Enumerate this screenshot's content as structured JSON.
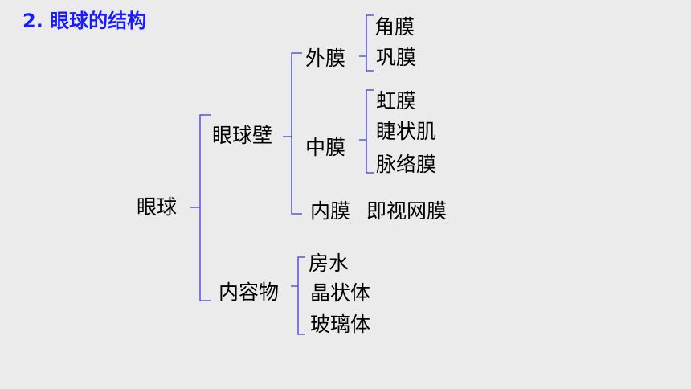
{
  "title": "2. 眼球的结构",
  "line_color": "#3a3ad8",
  "title_color": "#1a1aff",
  "tree": {
    "root": "眼球",
    "wall": {
      "label": "眼球壁",
      "outer": {
        "label": "外膜",
        "items": [
          "角膜",
          "巩膜"
        ]
      },
      "middle": {
        "label": "中膜",
        "items": [
          "虹膜",
          "睫状肌",
          "脉络膜"
        ]
      },
      "inner": {
        "label": "内膜",
        "note": "即视网膜"
      }
    },
    "contents": {
      "label": "内容物",
      "items": [
        "房水",
        "晶状体",
        "玻璃体"
      ]
    }
  }
}
